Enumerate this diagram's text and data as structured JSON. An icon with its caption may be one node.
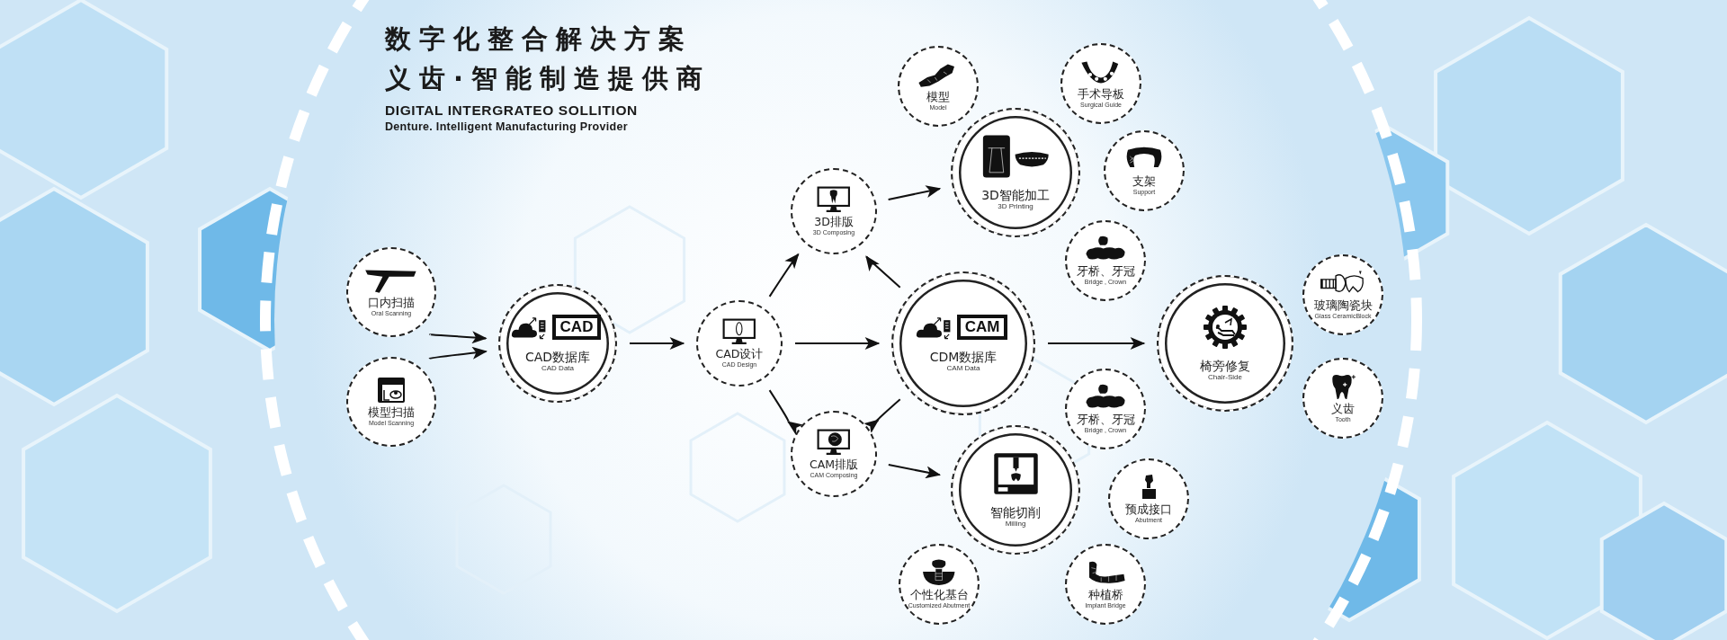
{
  "diagram": {
    "title": "数字化整合解决方案",
    "nodes": [
      {
        "text": [
          "口内扫描",
          "Oral Scanning"
        ]
      },
      {
        "text": [
          "模型扫描",
          "Model Scanning"
        ]
      },
      {
        "text": [
          "CAD",
          "CAD数据库",
          "CAD Data"
        ]
      },
      {
        "text": [
          "CAD设计",
          "CAD Design"
        ]
      },
      {
        "text": [
          "3D排版",
          "3D Composing"
        ]
      },
      {
        "text": [
          "CAM排版",
          "CAM Composing"
        ]
      },
      {
        "text": [
          "CAM",
          "CDM数据库",
          "CAM Data"
        ]
      },
      {
        "text": [
          "3D智能加工",
          "3D Printing"
        ]
      },
      {
        "text": [
          "模型",
          "Model"
        ]
      },
      {
        "text": [
          "手术导板",
          "Surgical Guide"
        ]
      },
      {
        "text": [
          "支架",
          "Support"
        ]
      },
      {
        "text": [
          "牙桥、牙冠",
          "Bridge , Crown"
        ]
      },
      {
        "text": [
          "牙桥、牙冠",
          "Bridge , Crown"
        ]
      },
      {
        "text": [
          "智能切削",
          "Milling"
        ]
      },
      {
        "text": [
          "预成接口",
          "Abutment"
        ]
      },
      {
        "text": [
          "个性化基台",
          "Customized Abutment"
        ]
      },
      {
        "text": [
          "种植桥",
          "Implant Bridge"
        ]
      },
      {
        "text": [
          "椅旁修复",
          "Chair-Side"
        ]
      },
      {
        "text": [
          "玻璃陶瓷块",
          "Glass CeramicBlock"
        ]
      },
      {
        "text": [
          "义齿",
          "Tooth"
        ]
      }
    ],
    "edges": [
      {
        "from": 0,
        "to": 2,
        "arrow": "to"
      },
      {
        "from": 1,
        "to": 2,
        "arrow": "to"
      },
      {
        "from": 2,
        "to": 3,
        "arrow": "to"
      },
      {
        "from": 3,
        "to": 6,
        "arrow": "to"
      },
      {
        "from": 3,
        "to": 4,
        "arrow": "to"
      },
      {
        "from": 6,
        "to": 4,
        "arrow": "to"
      },
      {
        "from": 3,
        "to": 5,
        "arrow": "to"
      },
      {
        "from": 6,
        "to": 5,
        "arrow": "to"
      },
      {
        "from": 4,
        "to": 7,
        "arrow": "to"
      },
      {
        "from": 5,
        "to": 13,
        "arrow": "to"
      },
      {
        "from": 6,
        "to": 17,
        "arrow": "to"
      }
    ],
    "labels": [
      "义齿·智能制造提供商",
      "DIGITAL INTERGRATEO SOLLITION",
      "Denture. Intelligent Manufacturing Provider"
    ]
  }
}
